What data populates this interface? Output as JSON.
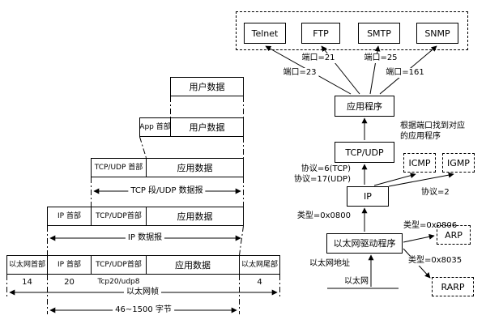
{
  "left": {
    "rows": {
      "row1": {
        "user_data": "用户数据"
      },
      "row2": {
        "app_header": "App 首部",
        "user_data": "用户数据"
      },
      "row3": {
        "tcp_udp_header": "TCP/UDP 首部",
        "app_data": "应用数据"
      },
      "row4": {
        "ip_header": "IP 首部",
        "tcp_udp_header": "TCP/UDP首部",
        "app_data": "应用数据"
      },
      "row5": {
        "eth_header": "以太网首部",
        "ip_header": "IP 首部",
        "tcp_udp_header": "TCP/UDP首部",
        "app_data": "应用数据",
        "eth_trailer": "以太网尾部"
      }
    },
    "spans": {
      "tcp_segment": "TCP 段/UDP 数据报",
      "ip_datagram": "IP 数据报",
      "eth_frame": "以太网帧",
      "payload_bytes": "46~1500 字节"
    },
    "sizes": {
      "eth_header": "14",
      "ip_header": "20",
      "tcp_udp": "Tcp20/udp8",
      "eth_trailer": "4"
    }
  },
  "right": {
    "apps": [
      {
        "label": "Telnet",
        "port": "端口=23"
      },
      {
        "label": "FTP",
        "port": "端口=21"
      },
      {
        "label": "SMTP",
        "port": "端口=25"
      },
      {
        "label": "SNMP",
        "port": "端口=161"
      }
    ],
    "application_box": "应用程序",
    "note": {
      "line1": "根据端口找到对应",
      "line2": "的应用程序"
    },
    "tcp_udp_box": "TCP/UDP",
    "protocol_tcp": "协议=6(TCP)",
    "protocol_udp": "协议=17(UDP)",
    "icmp_box": "ICMP",
    "igmp_box": "IGMP",
    "protocol_igmp": "协议=2",
    "ip_box": "IP",
    "type_ip": "类型=0x0800",
    "eth_driver_box": "以太网驱动程序",
    "type_arp": "类型=0x0806",
    "arp_box": "ARP",
    "type_rarp": "类型=0x8035",
    "rarp_box": "RARP",
    "eth_address": "以太网地址",
    "ethernet": "以太网"
  }
}
